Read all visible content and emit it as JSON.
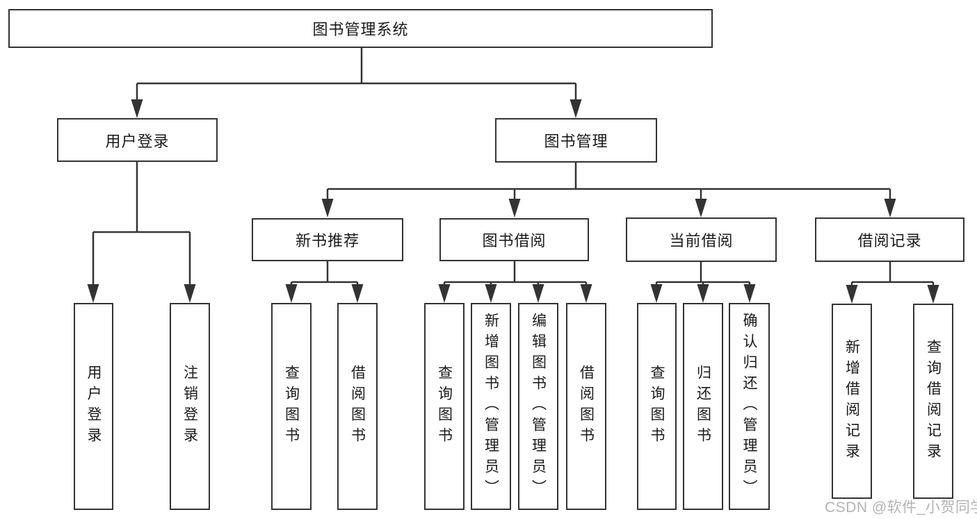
{
  "tree": {
    "label": "图书管理系统",
    "children": [
      {
        "label": "用户登录",
        "children": [
          {
            "label": "用户登录"
          },
          {
            "label": "注销登录"
          }
        ]
      },
      {
        "label": "图书管理",
        "children": [
          {
            "label": "新书推荐",
            "children": [
              {
                "label": "查询图书"
              },
              {
                "label": "借阅图书"
              }
            ]
          },
          {
            "label": "图书借阅",
            "children": [
              {
                "label": "查询图书"
              },
              {
                "label": "新增图书（管理员）"
              },
              {
                "label": "编辑图书（管理员）"
              },
              {
                "label": "借阅图书"
              }
            ]
          },
          {
            "label": "当前借阅",
            "children": [
              {
                "label": "查询图书"
              },
              {
                "label": "归还图书"
              },
              {
                "label": "确认归还（管理员）"
              }
            ]
          },
          {
            "label": "借阅记录",
            "children": [
              {
                "label": "新增借阅记录"
              },
              {
                "label": "查询借阅记录"
              }
            ]
          }
        ]
      }
    ]
  },
  "watermark": "CSDN @软件_小贺同学",
  "colors": {
    "line": "#333333",
    "text": "#1a1a1a",
    "watermark": "#b3b3b3"
  }
}
